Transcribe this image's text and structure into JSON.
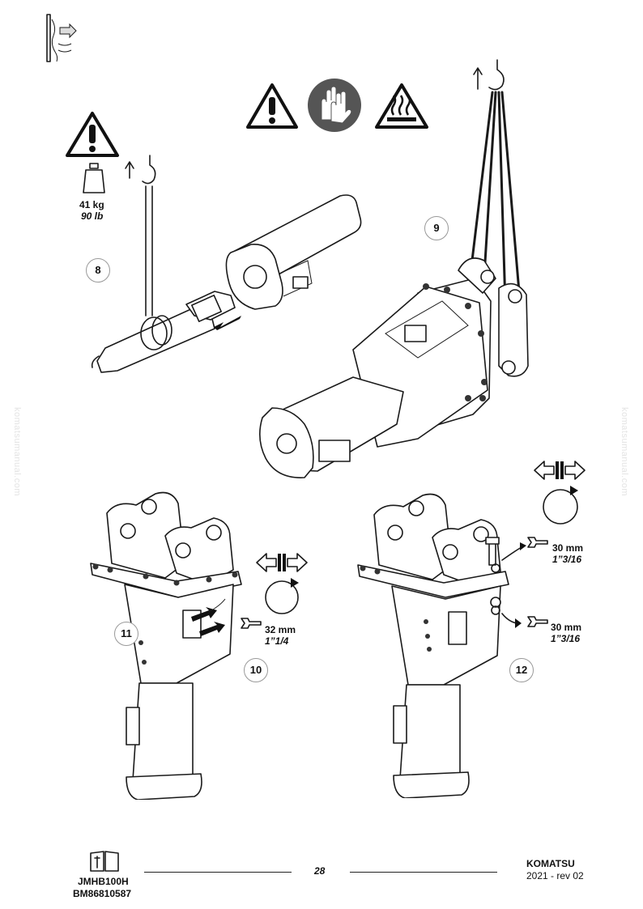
{
  "warnings": {
    "weight_kg": "41 kg",
    "weight_lb": "90 lb"
  },
  "steps": {
    "s8": "8",
    "s9": "9",
    "s10": "10",
    "s11": "11",
    "s12": "12"
  },
  "wrench_10": {
    "mm": "32 mm",
    "inch": "1”1/4"
  },
  "wrench_12_top": {
    "mm": "30 mm",
    "inch": "1”3/16"
  },
  "wrench_12_bottom": {
    "mm": "30 mm",
    "inch": "1”3/16"
  },
  "watermark": "komatsumanual.com",
  "footer": {
    "model": "JMHB100H",
    "doc_code": "BM86810587",
    "page": "28",
    "brand": "KOMATSU",
    "revision": "2021 -   rev 02"
  },
  "icons": [
    "manual-icon",
    "warning-triangle-icon",
    "gloves-icon",
    "hot-surface-icon",
    "weight-icon",
    "hook-icon",
    "wrench-icon",
    "rotate-icon"
  ]
}
